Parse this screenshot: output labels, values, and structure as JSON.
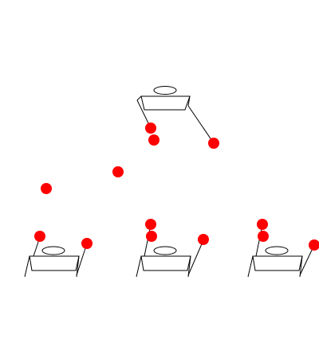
{
  "colors": {
    "background": "#ffffff",
    "line": "#000000",
    "ball": "#ff0000"
  },
  "scene": {
    "objects": [
      {
        "name": "top-apparatus",
        "description_label": ""
      },
      {
        "name": "bottom-left-apparatus",
        "description_label": ""
      },
      {
        "name": "bottom-center-apparatus",
        "description_label": ""
      },
      {
        "name": "bottom-right-apparatus",
        "description_label": ""
      }
    ],
    "balls": [
      {
        "name": "ball-1"
      },
      {
        "name": "ball-2"
      },
      {
        "name": "ball-3"
      },
      {
        "name": "ball-4"
      },
      {
        "name": "ball-5"
      },
      {
        "name": "ball-6"
      },
      {
        "name": "ball-7"
      },
      {
        "name": "ball-8"
      },
      {
        "name": "ball-9"
      },
      {
        "name": "ball-10"
      },
      {
        "name": "ball-11"
      },
      {
        "name": "ball-12"
      },
      {
        "name": "ball-13"
      },
      {
        "name": "ball-14"
      }
    ]
  }
}
